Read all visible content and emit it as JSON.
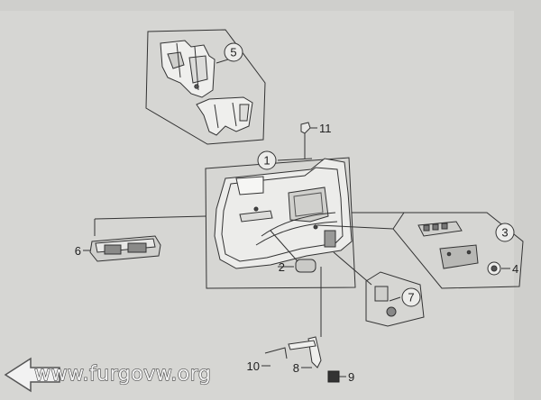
{
  "diagram": {
    "callouts": [
      {
        "id": "c1",
        "label": "1",
        "circled": true
      },
      {
        "id": "c2",
        "label": "2",
        "circled": false
      },
      {
        "id": "c3",
        "label": "3",
        "circled": true
      },
      {
        "id": "c4",
        "label": "4",
        "circled": false
      },
      {
        "id": "c5",
        "label": "5",
        "circled": true
      },
      {
        "id": "c6",
        "label": "6",
        "circled": false
      },
      {
        "id": "c7",
        "label": "7",
        "circled": true
      },
      {
        "id": "c8",
        "label": "8",
        "circled": false
      },
      {
        "id": "c9",
        "label": "9",
        "circled": false
      },
      {
        "id": "c10",
        "label": "10",
        "circled": false
      },
      {
        "id": "c11",
        "label": "11",
        "circled": false
      }
    ]
  },
  "watermark": {
    "text": "www.furgovw.org",
    "icon": "arrow-left-icon"
  }
}
